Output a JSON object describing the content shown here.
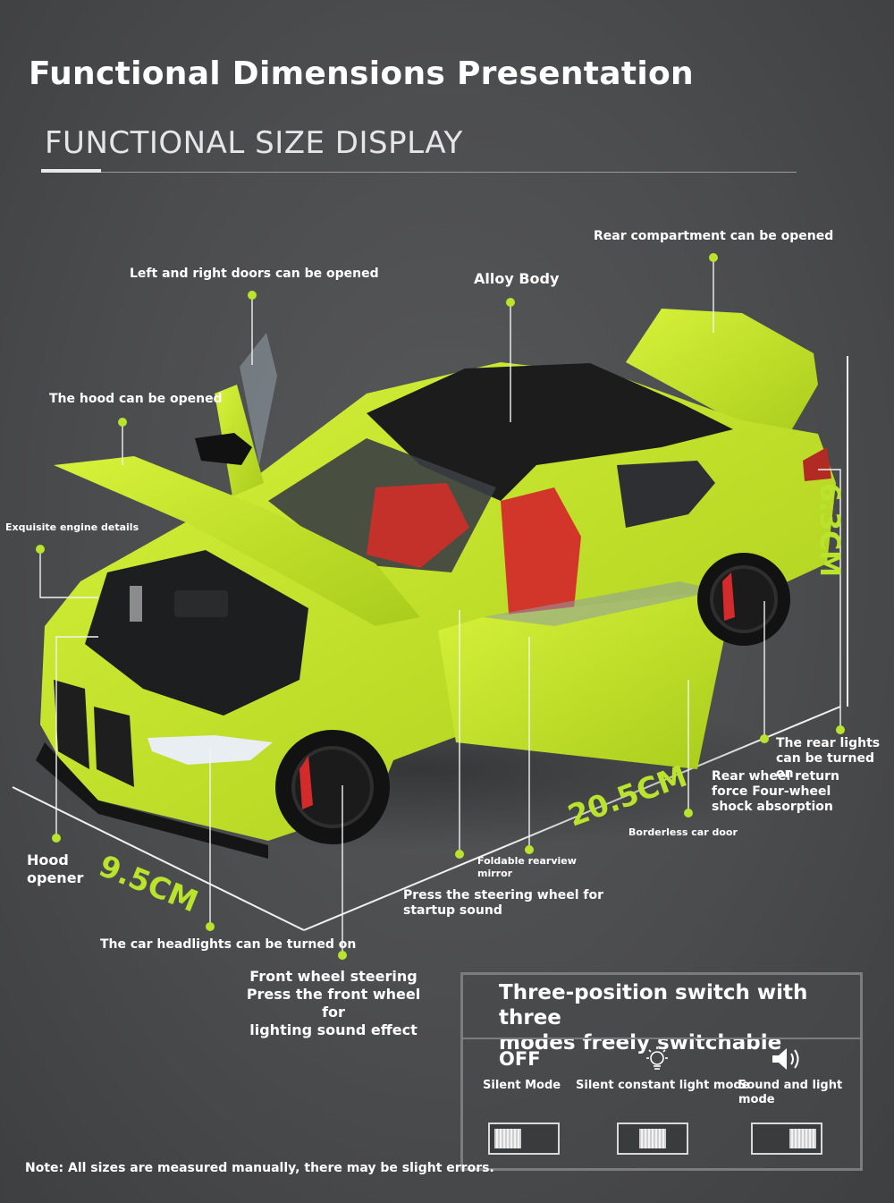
{
  "header": {
    "title": "Functional Dimensions Presentation",
    "subtitle": "FUNCTIONAL SIZE DISPLAY"
  },
  "labels": {
    "rear_compartment": "Rear compartment can be opened",
    "doors": "Left and right doors can be opened",
    "alloy_body": "Alloy Body",
    "hood": "The hood can be opened",
    "engine": "Exquisite engine details",
    "rear_lights_1": "The rear lights",
    "rear_lights_2": "can be turned on",
    "rear_wheel_1": "Rear wheel return",
    "rear_wheel_2": "force Four-wheel",
    "rear_wheel_3": "shock absorption",
    "borderless_door": "Borderless car door",
    "mirror_1": "Foldable rearview",
    "mirror_2": "mirror",
    "steering_1": "Press the steering wheel for",
    "steering_2": "startup sound",
    "hood_opener_1": "Hood",
    "hood_opener_2": "opener",
    "headlights": "The car headlights can be turned on",
    "front_wheel_1": "Front wheel steering",
    "front_wheel_2": "Press the front wheel for",
    "front_wheel_3": "lighting sound effect"
  },
  "dimensions": {
    "height": "6.3CM",
    "length": "20.5CM",
    "width": "9.5CM"
  },
  "switch_panel": {
    "title_1": "Three-position switch with three",
    "title_2": "modes freely switchable",
    "modes": [
      {
        "head": "OFF",
        "name": "Silent Mode",
        "icon": "off-text"
      },
      {
        "head": "",
        "name": "Silent constant light mode",
        "icon": "light-bulb-icon"
      },
      {
        "head": "",
        "name_1": "Sound and light",
        "name_2": "mode",
        "icon": "speaker-icon"
      }
    ]
  },
  "note": "Note: All sizes are measured manually, there may be slight errors.",
  "colors": {
    "background": "#4a4b4d",
    "car_body": "#c6e82a",
    "dimension_text": "#b9e32d",
    "interior": "#d2362a",
    "roof": "#1c1c1c"
  }
}
